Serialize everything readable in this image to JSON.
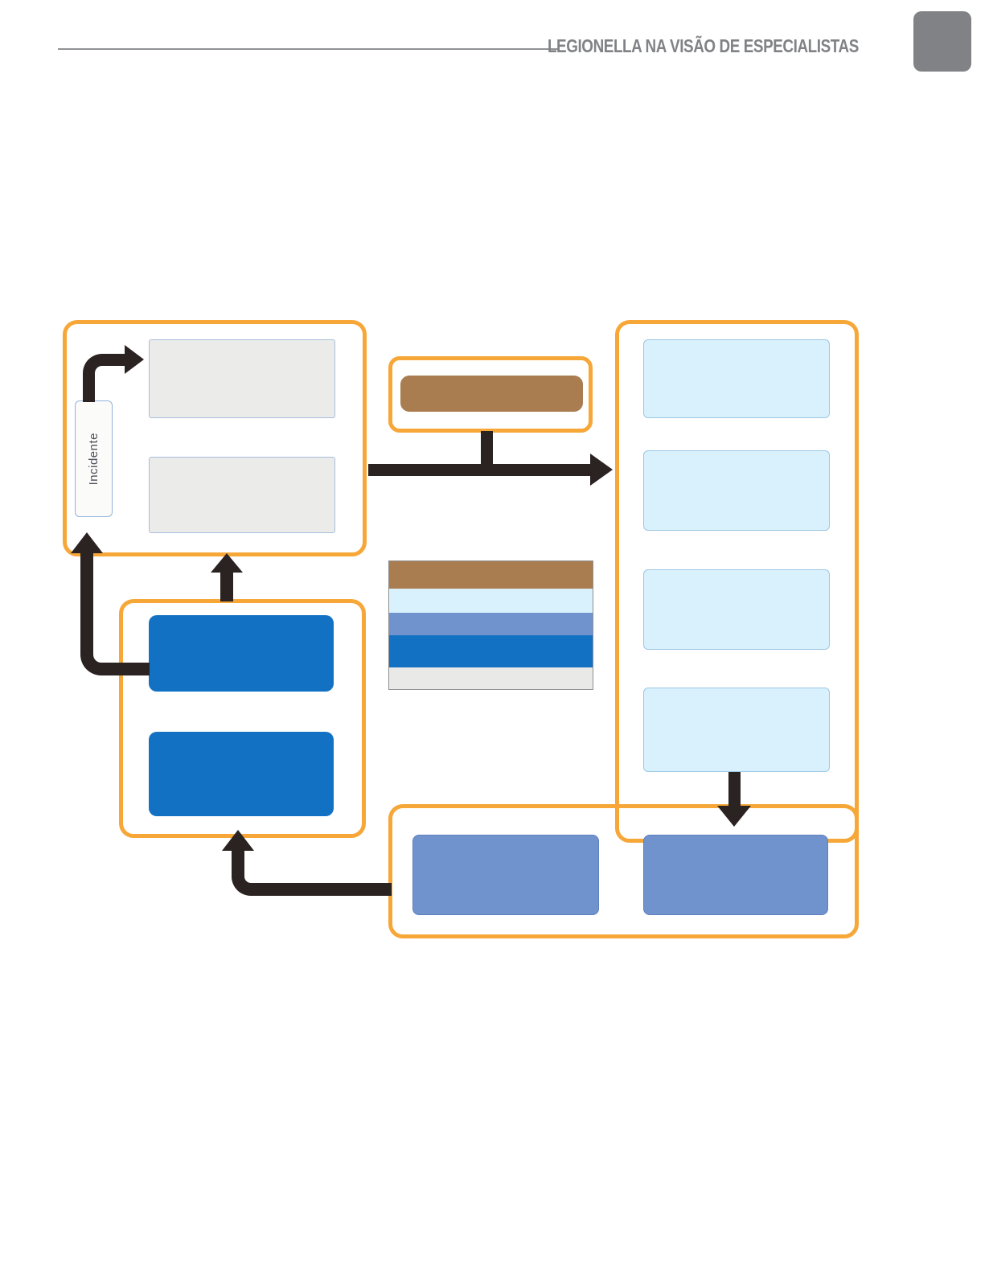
{
  "header": {
    "title": "LEGIONELLA NA VISÃO DE ESPECIALISTAS"
  },
  "diagram": {
    "incident_label": "Incidente",
    "groups": {
      "top_left": {
        "box_count": 2,
        "fill": "#EBEBE9"
      },
      "tag": {
        "box_count": 1,
        "fill": "#A97D50"
      },
      "right": {
        "box_count": 4,
        "fill": "#D9F1FC"
      },
      "bottom_left": {
        "box_count": 2,
        "fill": "#1371C4"
      },
      "bottom": {
        "box_count": 2,
        "fill": "#7093CE"
      }
    },
    "legend": {
      "row_colors": [
        "#A97D50",
        "#D9F1FC",
        "#7093CE",
        "#1371C4",
        "#E9E9E7"
      ]
    },
    "colors": {
      "group_border_orange": "#F7A738",
      "tag_brown": "#A97D50",
      "pale_blue": "#D9F1FC",
      "muted_blue": "#7093CE",
      "strong_blue": "#1371C4",
      "light_gray": "#EBEBE9",
      "arrow_black": "#2B2321",
      "header_gray": "#808285"
    }
  }
}
